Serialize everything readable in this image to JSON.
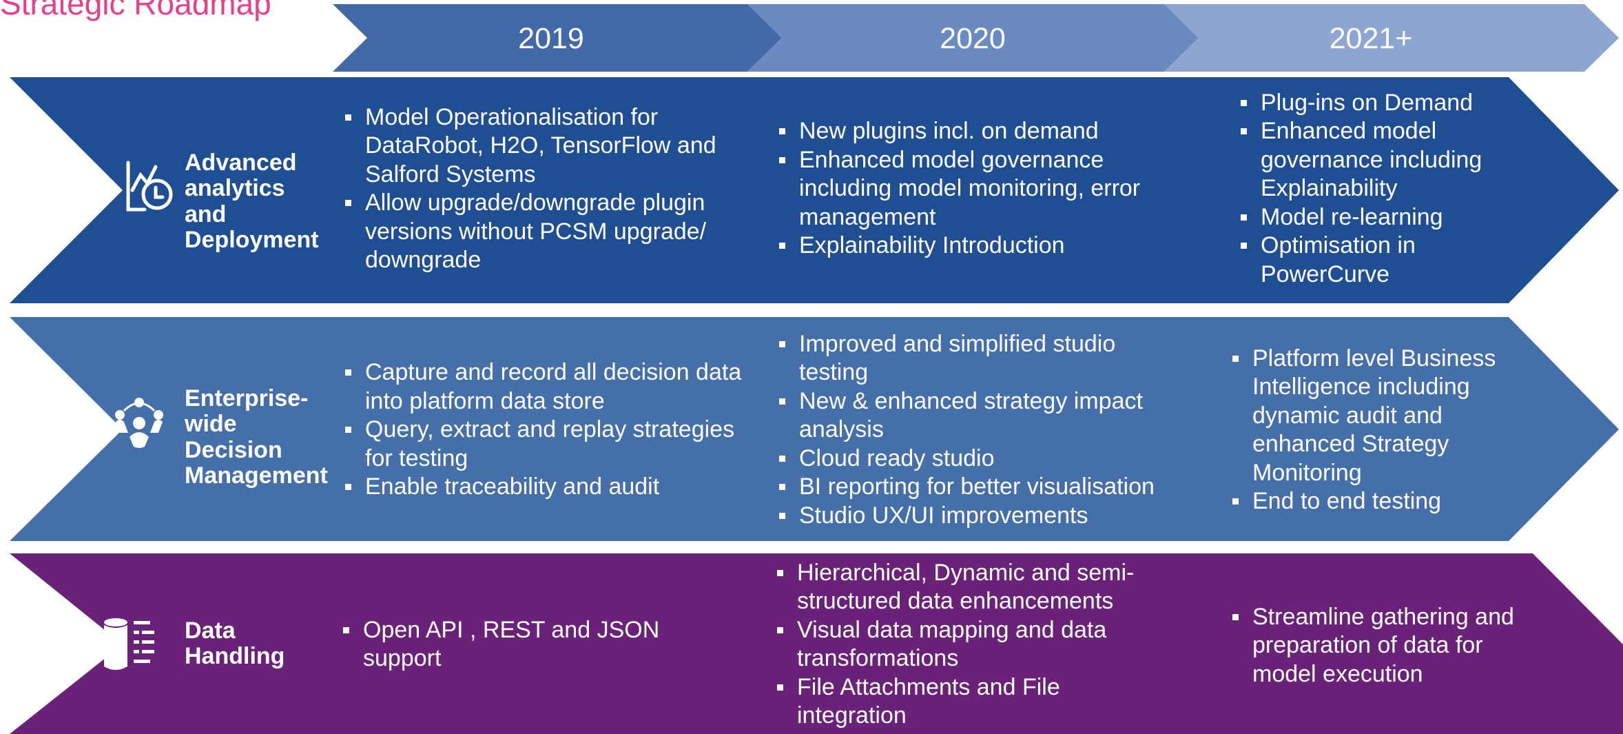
{
  "title": "Strategic Roadmap",
  "colors": {
    "title": "#e83e8c",
    "year_2019": "#4369a8",
    "year_2020": "#6a8bbf",
    "year_2021": "#8ca6cf",
    "row_analytics": "#1f4e93",
    "row_decision": "#456fa9",
    "row_data": "#6a2178"
  },
  "years": [
    "2019",
    "2020",
    "2021+"
  ],
  "rows": [
    {
      "label_lines": [
        "Advanced",
        "analytics",
        "and",
        "Deployment"
      ],
      "icon": "analytics-chart-clock-icon",
      "columns": [
        [
          "Model Operationalisation for DataRobot, H2O, TensorFlow and Salford Systems",
          "Allow upgrade/downgrade plugin versions without PCSM upgrade/ downgrade"
        ],
        [
          "New plugins incl. on demand",
          "Enhanced model governance including model monitoring, error management",
          "Explainability Introduction"
        ],
        [
          "Plug-ins on Demand",
          "Enhanced model governance including Explainability",
          "Model re-learning",
          "Optimisation in PowerCurve"
        ]
      ]
    },
    {
      "label_lines": [
        "Enterprise-",
        "wide",
        "Decision",
        "Management"
      ],
      "icon": "people-network-icon",
      "columns": [
        [
          "Capture and record all decision data into platform data store",
          "Query, extract and replay strategies for testing",
          "Enable traceability and audit"
        ],
        [
          "Improved and simplified studio testing",
          "New & enhanced strategy impact analysis",
          "Cloud ready studio",
          "BI reporting for better visualisation",
          "Studio UX/UI improvements"
        ],
        [
          "Platform level Business Intelligence including dynamic audit and enhanced Strategy Monitoring",
          "End to end testing"
        ]
      ]
    },
    {
      "label_lines": [
        "Data",
        "Handling"
      ],
      "icon": "database-list-icon",
      "columns": [
        [
          "Open API , REST and JSON support"
        ],
        [
          "Hierarchical, Dynamic and semi-structured data enhancements",
          "Visual data mapping and data transformations",
          "File Attachments and File integration"
        ],
        [
          "Streamline gathering and preparation of data for model execution"
        ]
      ]
    }
  ]
}
